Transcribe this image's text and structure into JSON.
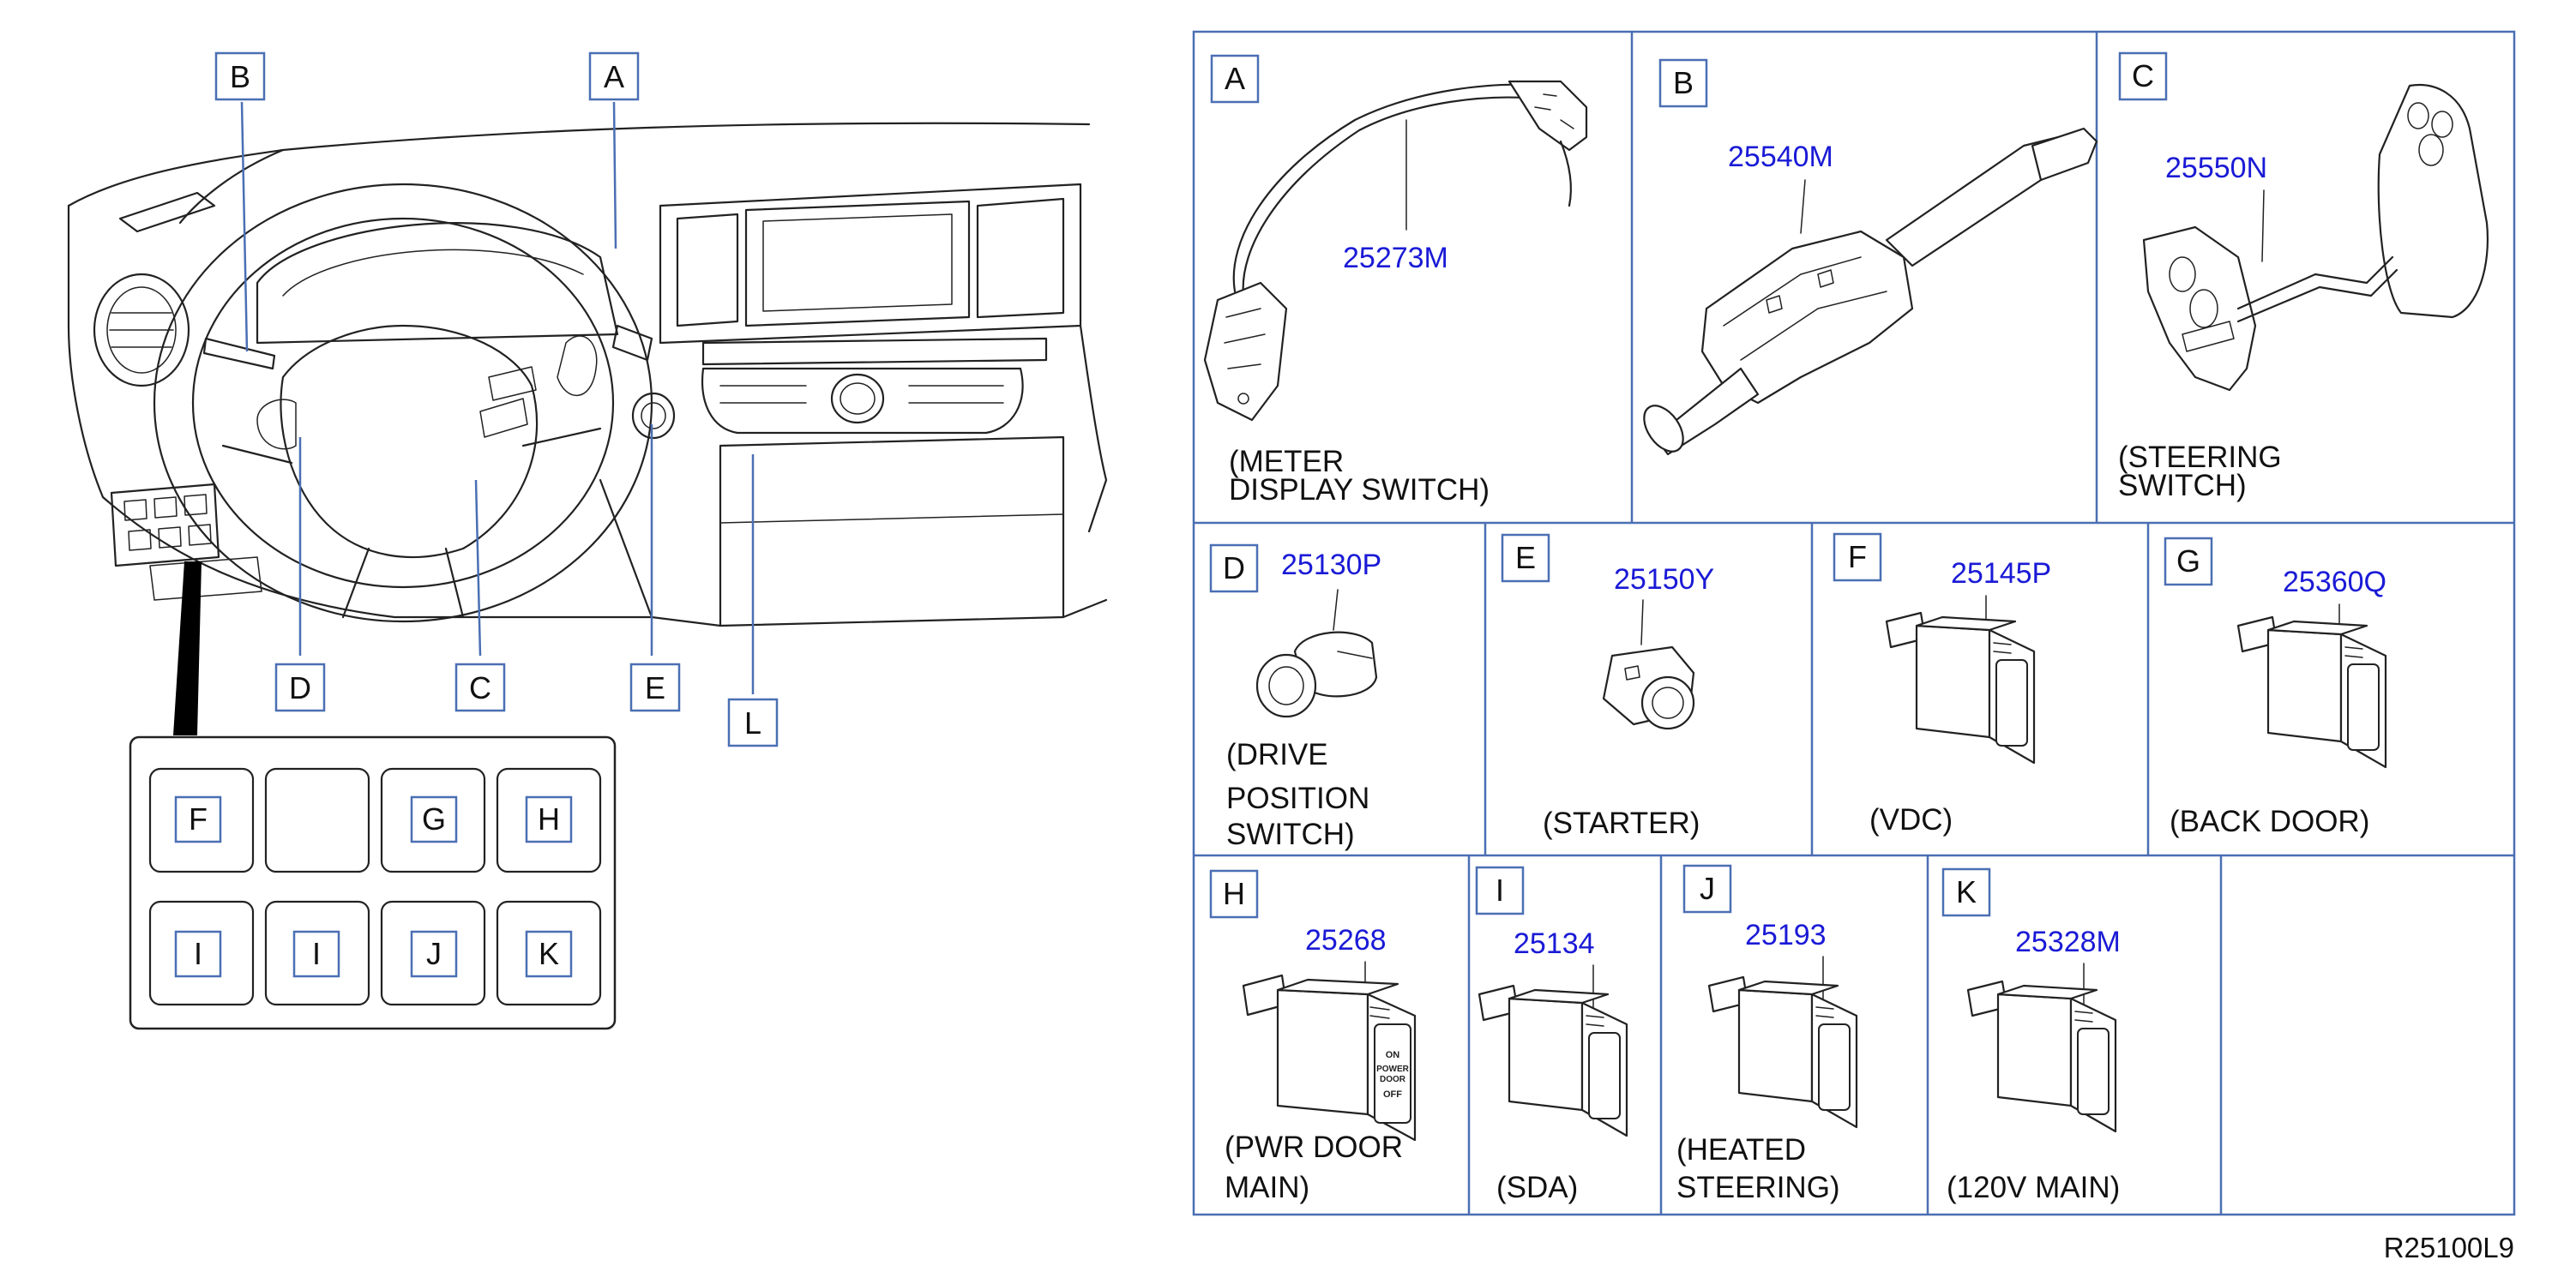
{
  "overview": {
    "callouts": [
      "A",
      "B",
      "C",
      "D",
      "E",
      "L"
    ],
    "inset_switch_labels": [
      "F",
      "",
      "G",
      "H",
      "I",
      "I",
      "J",
      "K"
    ]
  },
  "parts": [
    {
      "letter": "A",
      "part_no": "25273M",
      "caption_lines": [
        "(METER",
        "DISPLAY SWITCH)"
      ]
    },
    {
      "letter": "B",
      "part_no": "25540M",
      "caption_lines": []
    },
    {
      "letter": "C",
      "part_no": "25550N",
      "caption_lines": [
        "(STEERING",
        "SWITCH)"
      ]
    },
    {
      "letter": "D",
      "part_no": "25130P",
      "caption_lines": [
        "(DRIVE",
        "POSITION",
        "SWITCH)"
      ]
    },
    {
      "letter": "E",
      "part_no": "25150Y",
      "caption_lines": [
        "(STARTER)"
      ]
    },
    {
      "letter": "F",
      "part_no": "25145P",
      "caption_lines": [
        "(VDC)"
      ]
    },
    {
      "letter": "G",
      "part_no": "25360Q",
      "caption_lines": [
        "(BACK   DOOR)"
      ]
    },
    {
      "letter": "H",
      "part_no": "25268",
      "caption_lines": [
        "(PWR   DOOR",
        "MAIN)"
      ]
    },
    {
      "letter": "I",
      "part_no": "25134",
      "caption_lines": [
        "(SDA)"
      ]
    },
    {
      "letter": "J",
      "part_no": "25193",
      "caption_lines": [
        "(HEATED",
        "STEERING)"
      ]
    },
    {
      "letter": "K",
      "part_no": "25328M",
      "caption_lines": [
        "(120V   MAIN)"
      ]
    }
  ],
  "switch_face_text": [
    "ON",
    "POWER",
    "DOOR",
    "OFF"
  ],
  "reference_code": "R25100L9"
}
